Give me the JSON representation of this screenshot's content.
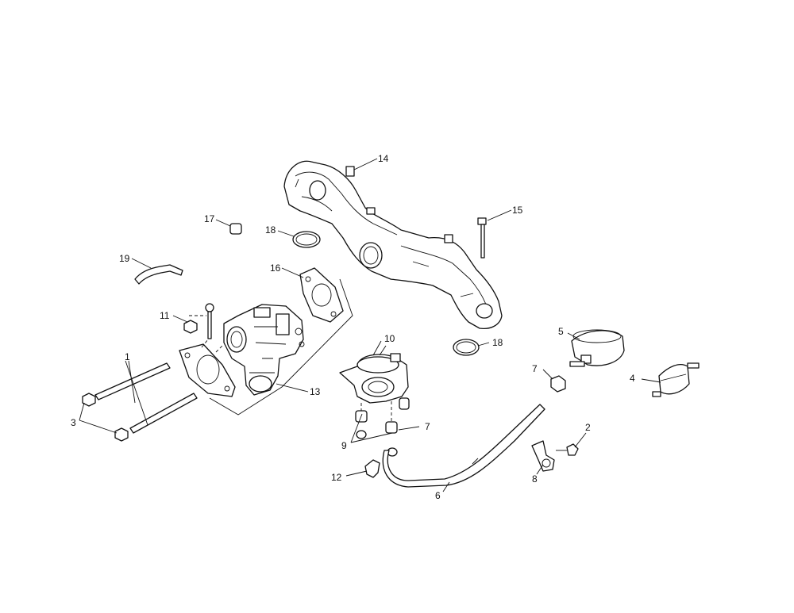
{
  "callouts": {
    "c1": "1",
    "c2": "2",
    "c3": "3",
    "c4": "4",
    "c5": "5",
    "c6": "6",
    "c7a": "7",
    "c7b": "7",
    "c8": "8",
    "c9": "9",
    "c10": "10",
    "c11": "11",
    "c12": "12",
    "c13": "13",
    "c14": "14",
    "c15": "15",
    "c16": "16",
    "c17": "17",
    "c18a": "18",
    "c18b": "18",
    "c19": "19"
  }
}
